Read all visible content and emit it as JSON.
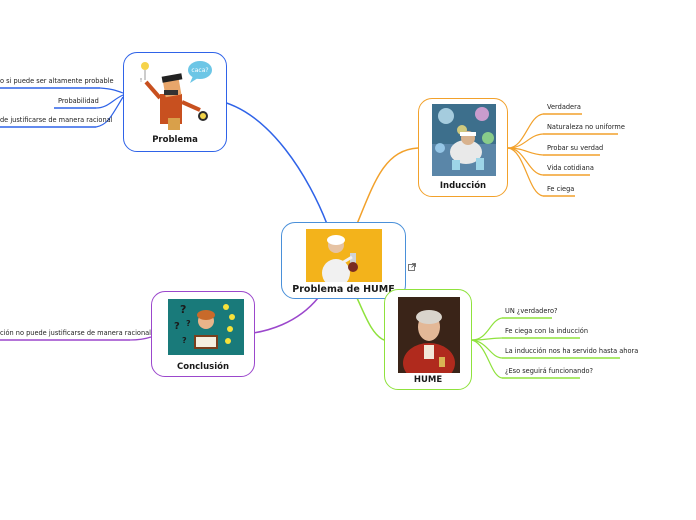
{
  "central": {
    "title": "Problema de HUME",
    "image": "scientist-portrait",
    "link_icon": "external-link-icon"
  },
  "colors": {
    "problema": "#2f63e8",
    "induccion": "#f2a12b",
    "hume": "#8fe23d",
    "conclusion": "#9b47cc",
    "central": "#4a90d9"
  },
  "problema": {
    "title": "Problema",
    "image": "thinking-professor",
    "speech_bubble": "caca?",
    "leaves": [
      "o si puede ser altamente probable",
      "Probabilidad",
      "de justificarse de manera racional"
    ]
  },
  "induccion": {
    "title": "Inducción",
    "image": "laboratory-scientist",
    "leaves": [
      "Verdadera",
      "Naturaleza no uniforme",
      "Probar su verdad",
      "Vida cotidiana",
      "Fe ciega"
    ]
  },
  "hume": {
    "title": "HUME",
    "image": "david-hume-portrait",
    "leaves": [
      "UN ¿verdadero?",
      "Fe ciega con la inducción",
      "La inducción nos ha servido hasta ahora",
      "¿Eso seguirá funcionando?"
    ]
  },
  "conclusion": {
    "title": "Conclusión",
    "image": "confused-reader",
    "leaves": [
      "ción no puede justificarse de manera racional"
    ]
  }
}
